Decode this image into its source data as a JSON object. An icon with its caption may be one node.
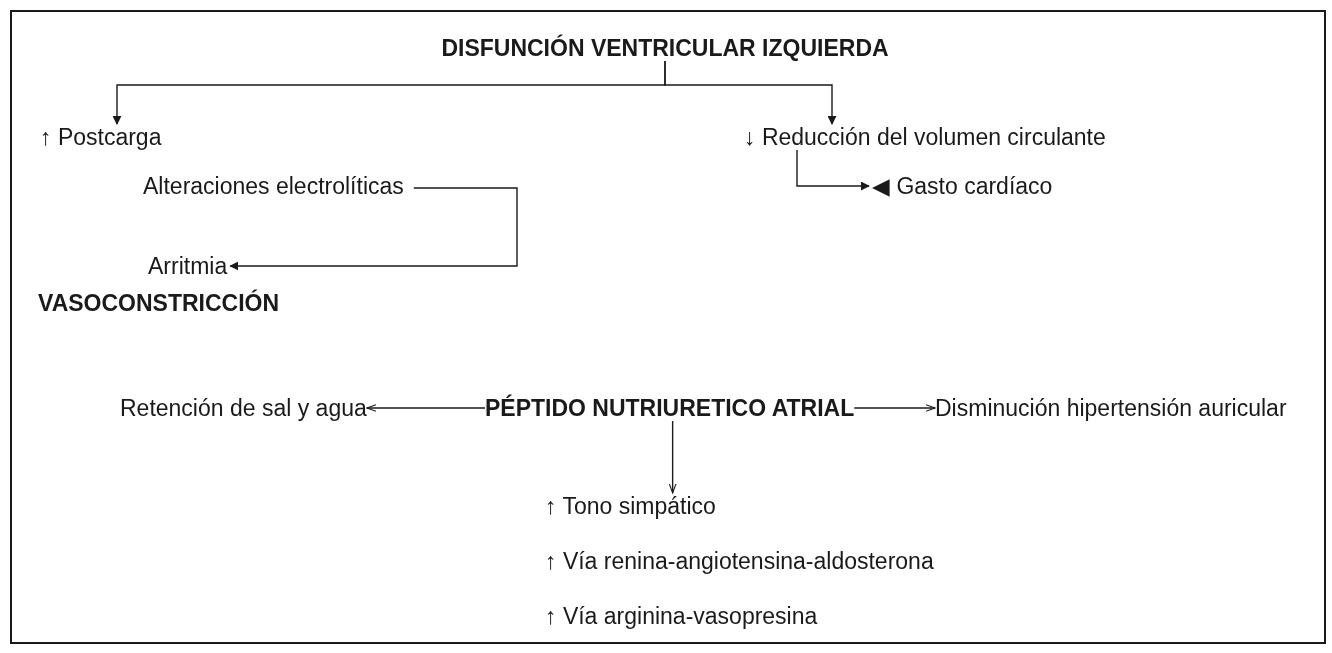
{
  "diagram": {
    "nodes": [
      {
        "text": [
          "DISFUNCIÓN VENTRICULAR IZQUIERDA"
        ]
      },
      {
        "text": [
          "↑ Postcarga"
        ]
      },
      {
        "text": [
          "↓ Reducción del volumen circulante"
        ]
      },
      {
        "text": [
          "Alteraciones electrolíticas"
        ]
      },
      {
        "text": [
          "◀ Gasto cardíaco"
        ]
      },
      {
        "text": [
          "Arritmia"
        ]
      },
      {
        "text": [
          "Retención de sal y agua"
        ]
      },
      {
        "text": [
          "PÉPTIDO NUTRIURETICO ATRIAL"
        ]
      },
      {
        "text": [
          "Disminución hipertensión auricular"
        ]
      },
      {
        "text": [
          "↑ Tono simpático"
        ]
      }
    ],
    "edges": [
      {
        "from": 0,
        "to": 1,
        "arrow": "to"
      },
      {
        "from": 0,
        "to": 2,
        "arrow": "to"
      },
      {
        "from": 3,
        "to": 5,
        "arrow": "to"
      },
      {
        "from": 2,
        "to": 4,
        "arrow": "to"
      },
      {
        "from": 7,
        "to": 6,
        "arrow": "to"
      },
      {
        "from": 7,
        "to": 8,
        "arrow": "to"
      },
      {
        "from": 7,
        "to": 9,
        "arrow": "to"
      }
    ],
    "labels": [
      "VASOCONSTRICCIÓN",
      "↑ Vía renina-angiotensina-aldosterona",
      "↑ Vía arginina-vasopresina"
    ]
  }
}
